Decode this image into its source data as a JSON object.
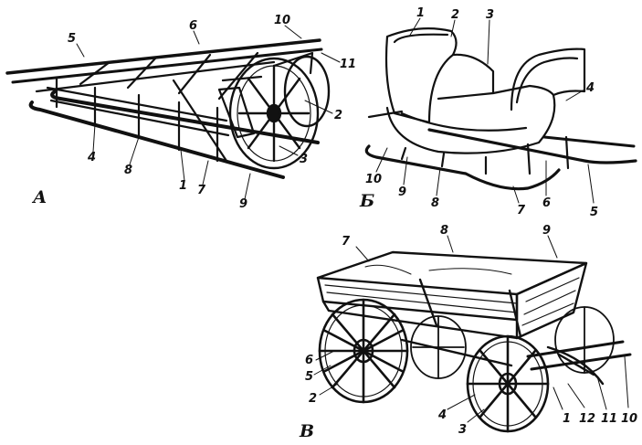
{
  "figures": [
    {
      "id": "sledge",
      "panel_label": "А",
      "callouts": [
        "1",
        "2",
        "3",
        "4",
        "5",
        "6",
        "7",
        "8",
        "9",
        "10",
        "11"
      ]
    },
    {
      "id": "sleigh",
      "panel_label": "Б",
      "callouts": [
        "1",
        "2",
        "3",
        "4",
        "5",
        "6",
        "7",
        "8",
        "9",
        "10"
      ]
    },
    {
      "id": "cart",
      "panel_label": "В",
      "callouts": [
        "1",
        "2",
        "3",
        "4",
        "5",
        "6",
        "7",
        "8",
        "9",
        "10",
        "11",
        "12"
      ]
    }
  ]
}
